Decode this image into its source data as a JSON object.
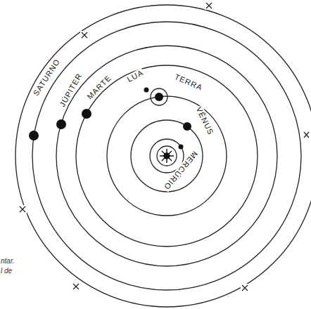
{
  "diagram": {
    "labels": [
      "SATURNO",
      "JÚPITER",
      "MARTE",
      "LUA",
      "TERRA",
      "VÊNUS",
      "MERCÚRIO",
      "ntar.",
      "l de"
    ]
  }
}
